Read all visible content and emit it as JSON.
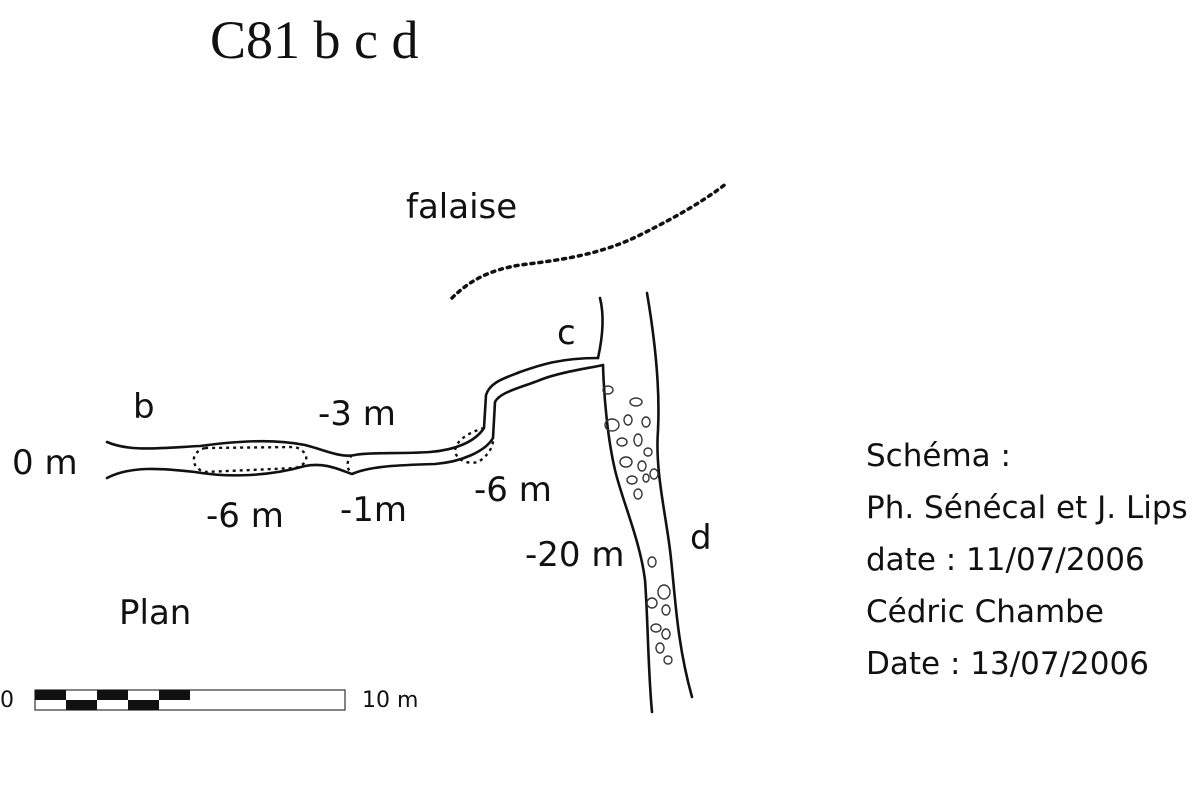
{
  "title": "C81 b c d",
  "labels": {
    "falaise": "falaise",
    "b": "b",
    "c": "c",
    "d": "d",
    "entrance_depth": "0 m",
    "minus3": "-3 m",
    "minus6_left": "-6 m",
    "minus1": "-1m",
    "minus6_right": "-6 m",
    "minus20": "-20 m",
    "plan": "Plan"
  },
  "scale_bar": {
    "start_label": "0",
    "end_label": "10 m"
  },
  "credits": [
    "Schéma :",
    "Ph. Sénécal et J. Lips",
    "date : 11/07/2006",
    "Cédric Chambe",
    "Date : 13/07/2006"
  ]
}
